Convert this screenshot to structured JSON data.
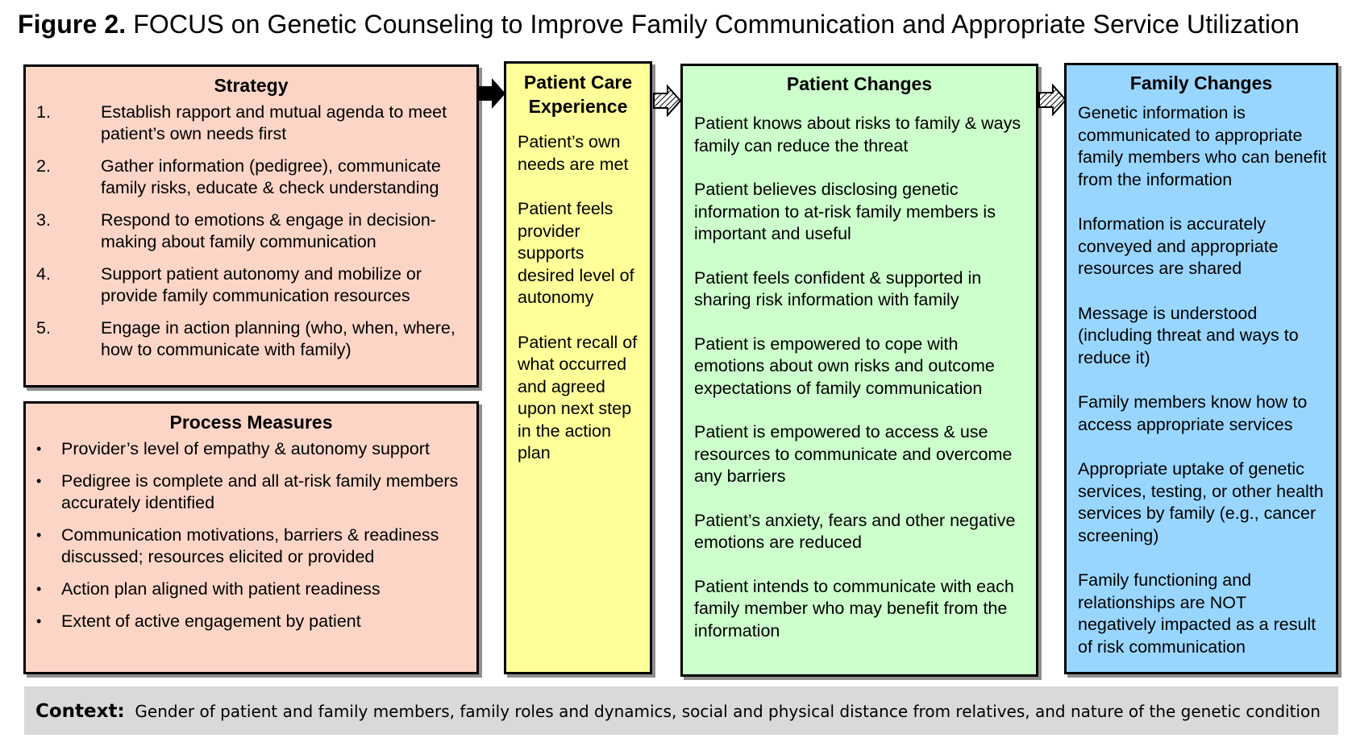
{
  "figure": {
    "label": "Figure 2.",
    "title": "FOCUS on Genetic Counseling to Improve Family Communication and Appropriate Service Utilization"
  },
  "strategy": {
    "heading": "Strategy",
    "items": [
      {
        "num": "1.",
        "text": "Establish rapport and mutual agenda to meet patient’s own needs first"
      },
      {
        "num": "2.",
        "text": "Gather information (pedigree), communicate family risks, educate & check understanding"
      },
      {
        "num": "3.",
        "text": "Respond to emotions & engage in decision-making about family communication"
      },
      {
        "num": "4.",
        "text": "Support patient autonomy and mobilize or provide family communication resources"
      },
      {
        "num": "5.",
        "text": "Engage in action planning (who, when, where, how to communicate with family)"
      }
    ]
  },
  "process_measures": {
    "heading": "Process Measures",
    "bullet": "•",
    "items": [
      "Provider’s level of empathy & autonomy support",
      "Pedigree is complete and all at-risk family members accurately identified",
      "Communication motivations, barriers & readiness discussed; resources elicited or provided",
      "Action plan aligned with patient readiness",
      "Extent of active engagement by patient"
    ]
  },
  "patient_care_experience": {
    "heading": "Patient Care Experience",
    "items": [
      "Patient’s own needs are met",
      "Patient feels provider supports desired level of autonomy",
      "Patient recall of what occurred and agreed upon next step in the action plan"
    ]
  },
  "patient_changes": {
    "heading": "Patient Changes",
    "items": [
      "Patient knows about risks to family & ways family can reduce the threat",
      "Patient believes disclosing genetic information to at-risk family members is important and useful",
      "Patient feels confident & supported in sharing risk information with family",
      "Patient is empowered to cope with emotions about own risks and outcome expectations of family communication",
      "Patient is empowered to access & use resources to communicate and overcome any barriers",
      "Patient’s anxiety, fears and other negative emotions are reduced",
      "Patient intends to communicate with each family member who may benefit from the information"
    ]
  },
  "family_changes": {
    "heading": "Family Changes",
    "items": [
      "Genetic information is communicated to appropriate family members who can benefit from the information",
      "Information is accurately conveyed and appropriate resources are shared",
      "Message is understood (including threat and ways to reduce it)",
      "Family members know how to access appropriate services",
      "Appropriate uptake of genetic services, testing, or other health services by family (e.g., cancer screening)",
      "Family functioning and relationships are NOT negatively impacted as a result of risk communication"
    ]
  },
  "context": {
    "label": "Context:",
    "text": "Gender of patient and family members, family roles and dynamics, social and physical distance from relatives, and nature of the genetic condition"
  },
  "colors": {
    "strategy_fill": "#fcd5c7",
    "patient_care_fill": "#ffff99",
    "patient_changes_fill": "#ccffcc",
    "family_changes_fill": "#99d6ff",
    "context_fill": "#d9d9d9"
  }
}
